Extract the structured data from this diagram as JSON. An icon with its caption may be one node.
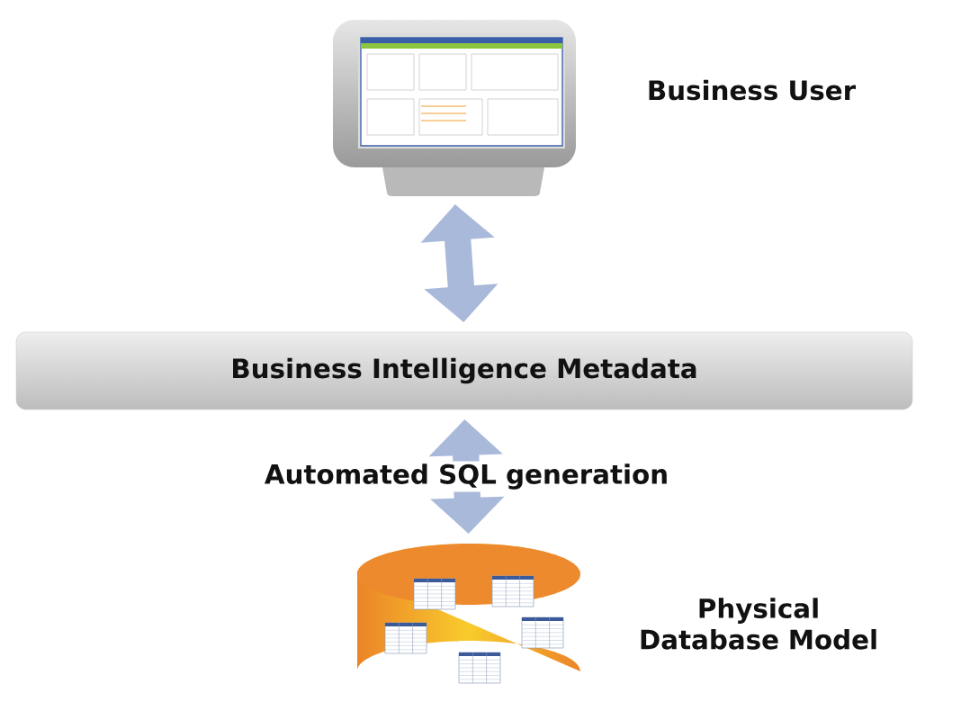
{
  "diagram": {
    "nodes": [
      {
        "text": [],
        "shape": "monitor",
        "beside": [
          "Business User"
        ]
      },
      {
        "text": [
          "Business Intelligence Metadata"
        ]
      },
      {
        "text": [],
        "shape": "cylinder",
        "beside": [
          "Physical Database Model"
        ]
      }
    ],
    "edges": [
      {
        "from": 0,
        "to": 1,
        "arrow": "both"
      },
      {
        "from": 1,
        "to": 2,
        "arrow": "both",
        "label": "Automated SQL generation"
      }
    ]
  }
}
